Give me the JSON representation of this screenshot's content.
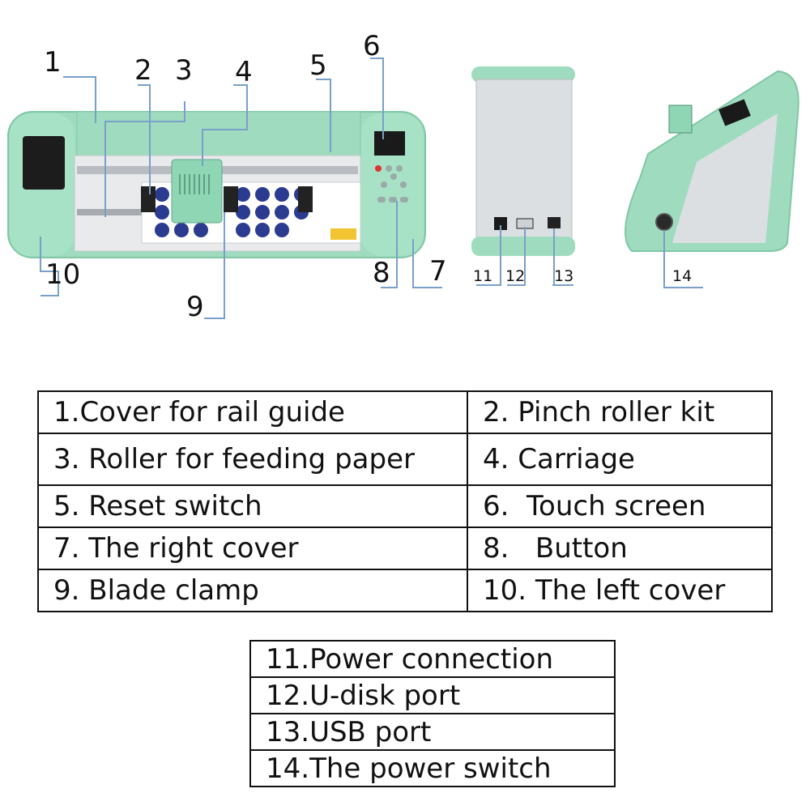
{
  "callouts": {
    "c1": "1",
    "c2": "2",
    "c3": "3",
    "c4": "4",
    "c5": "5",
    "c6": "6",
    "c7": "7",
    "c8": "8",
    "c9": "9",
    "c10": "10",
    "c11": "11",
    "c12": "12",
    "c13": "13",
    "c14": "14"
  },
  "colors": {
    "body": "#9fdcbf",
    "body_dark": "#7fc7a6",
    "panel": "#d9dcdf",
    "line": "#7a9fc8"
  },
  "parts_table": [
    [
      "1.Cover for rail guide",
      "2. Pinch roller kit"
    ],
    [
      "3. Roller for feeding paper",
      "4. Carriage"
    ],
    [
      "5. Reset switch",
      "6.  Touch screen"
    ],
    [
      "7. The right cover",
      "8.   Button"
    ],
    [
      "9. Blade clamp",
      "10. The left cover"
    ]
  ],
  "ports_table": [
    "11.Power connection",
    "12.U-disk port",
    "13.USB port",
    "14.The power switch"
  ]
}
